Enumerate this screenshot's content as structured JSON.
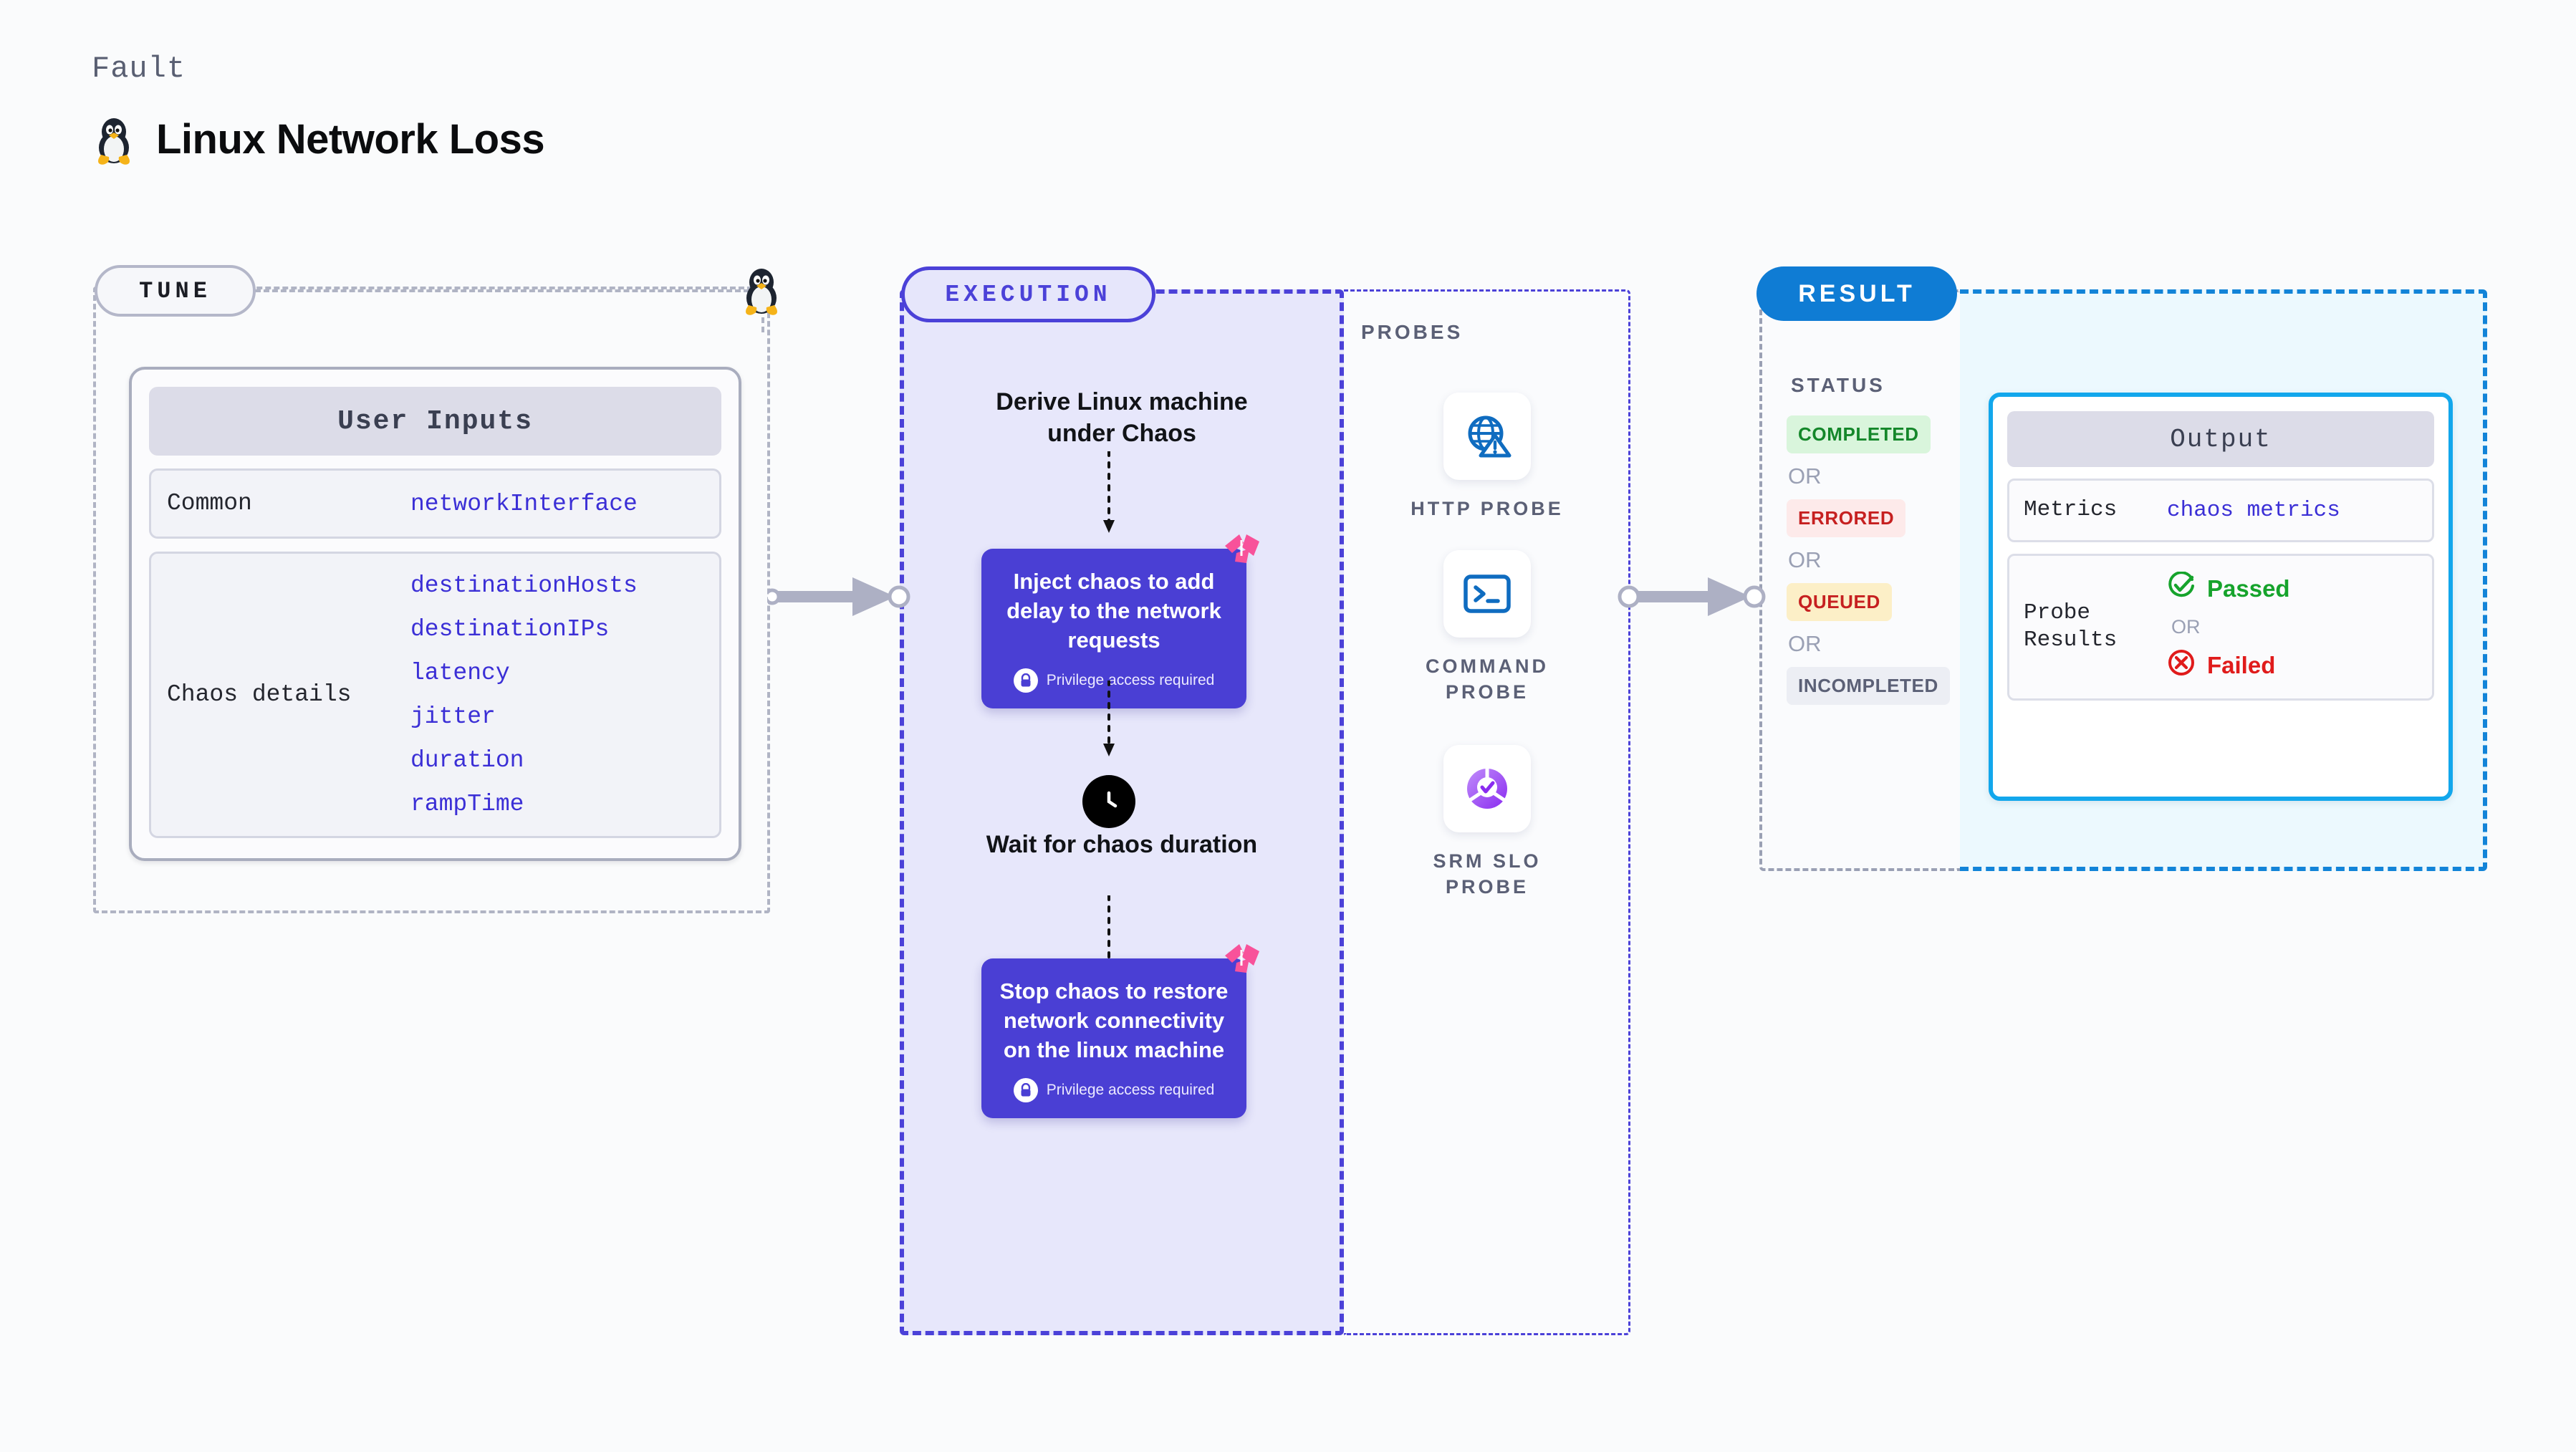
{
  "header": {
    "kicker": "Fault",
    "title": "Linux Network Loss",
    "icon": "tux-penguin-icon"
  },
  "tune": {
    "pill_label": "TUNE",
    "marker_icon": "tux-penguin-icon",
    "card": {
      "title": "User Inputs",
      "sections": [
        {
          "label": "Common",
          "values": [
            "networkInterface"
          ]
        },
        {
          "label": "Chaos details",
          "values": [
            "destinationHosts",
            "destinationIPs",
            "latency",
            "jitter",
            "duration",
            "rampTime"
          ]
        }
      ]
    }
  },
  "execution": {
    "pill_label": "EXECUTION",
    "steps": [
      {
        "kind": "title",
        "text": "Derive Linux machine under Chaos"
      },
      {
        "kind": "card",
        "text": "Inject chaos to add delay to the network requests",
        "note": "Privilege access required",
        "badge_icon": "litmus-corner-icon",
        "lock_icon": "lock-icon"
      },
      {
        "kind": "title_with_clock",
        "text": "Wait for chaos duration",
        "icon": "clock-icon"
      },
      {
        "kind": "card",
        "text": "Stop chaos to restore network connectivity on the linux machine",
        "note": "Privilege access required",
        "badge_icon": "litmus-corner-icon",
        "lock_icon": "lock-icon"
      }
    ]
  },
  "probes": {
    "label": "PROBES",
    "items": [
      {
        "label": "HTTP PROBE",
        "icon": "globe-warning-icon"
      },
      {
        "label": "COMMAND PROBE",
        "icon": "terminal-icon"
      },
      {
        "label": "SRM SLO PROBE",
        "icon": "slo-donut-check-icon"
      }
    ]
  },
  "result": {
    "pill_label": "RESULT",
    "status_label": "STATUS",
    "or_label": "OR",
    "statuses": [
      {
        "label": "COMPLETED",
        "bg": "#d9f5dc",
        "fg": "#14872a"
      },
      {
        "label": "ERRORED",
        "bg": "#fdeaea",
        "fg": "#c62020"
      },
      {
        "label": "QUEUED",
        "bg": "#fcefc7",
        "fg": "#c62020"
      },
      {
        "label": "INCOMPLETED",
        "bg": "#eceef4",
        "fg": "#5b6076"
      }
    ],
    "output": {
      "title": "Output",
      "metrics_label": "Metrics",
      "metrics_value": "chaos metrics",
      "probe_results_label": "Probe Results",
      "passed_label": "Passed",
      "passed_icon": "check-circle-icon",
      "or_label": "OR",
      "failed_label": "Failed",
      "failed_icon": "x-circle-icon"
    }
  },
  "colors": {
    "page_bg": "#fafbfc",
    "execution_fill": "#e7e7fb",
    "execution_accent": "#4b41d8",
    "card_indigo": "#4a3fd4",
    "result_blue": "#0f7cd4",
    "output_cyan": "#12a7ec",
    "output_fill": "#ecf9fe",
    "value_indigo": "#3b2fd6",
    "badge_pink": "#f8529a"
  },
  "connectors": [
    {
      "name": "tune-to-execution"
    },
    {
      "name": "probes-to-result"
    }
  ]
}
